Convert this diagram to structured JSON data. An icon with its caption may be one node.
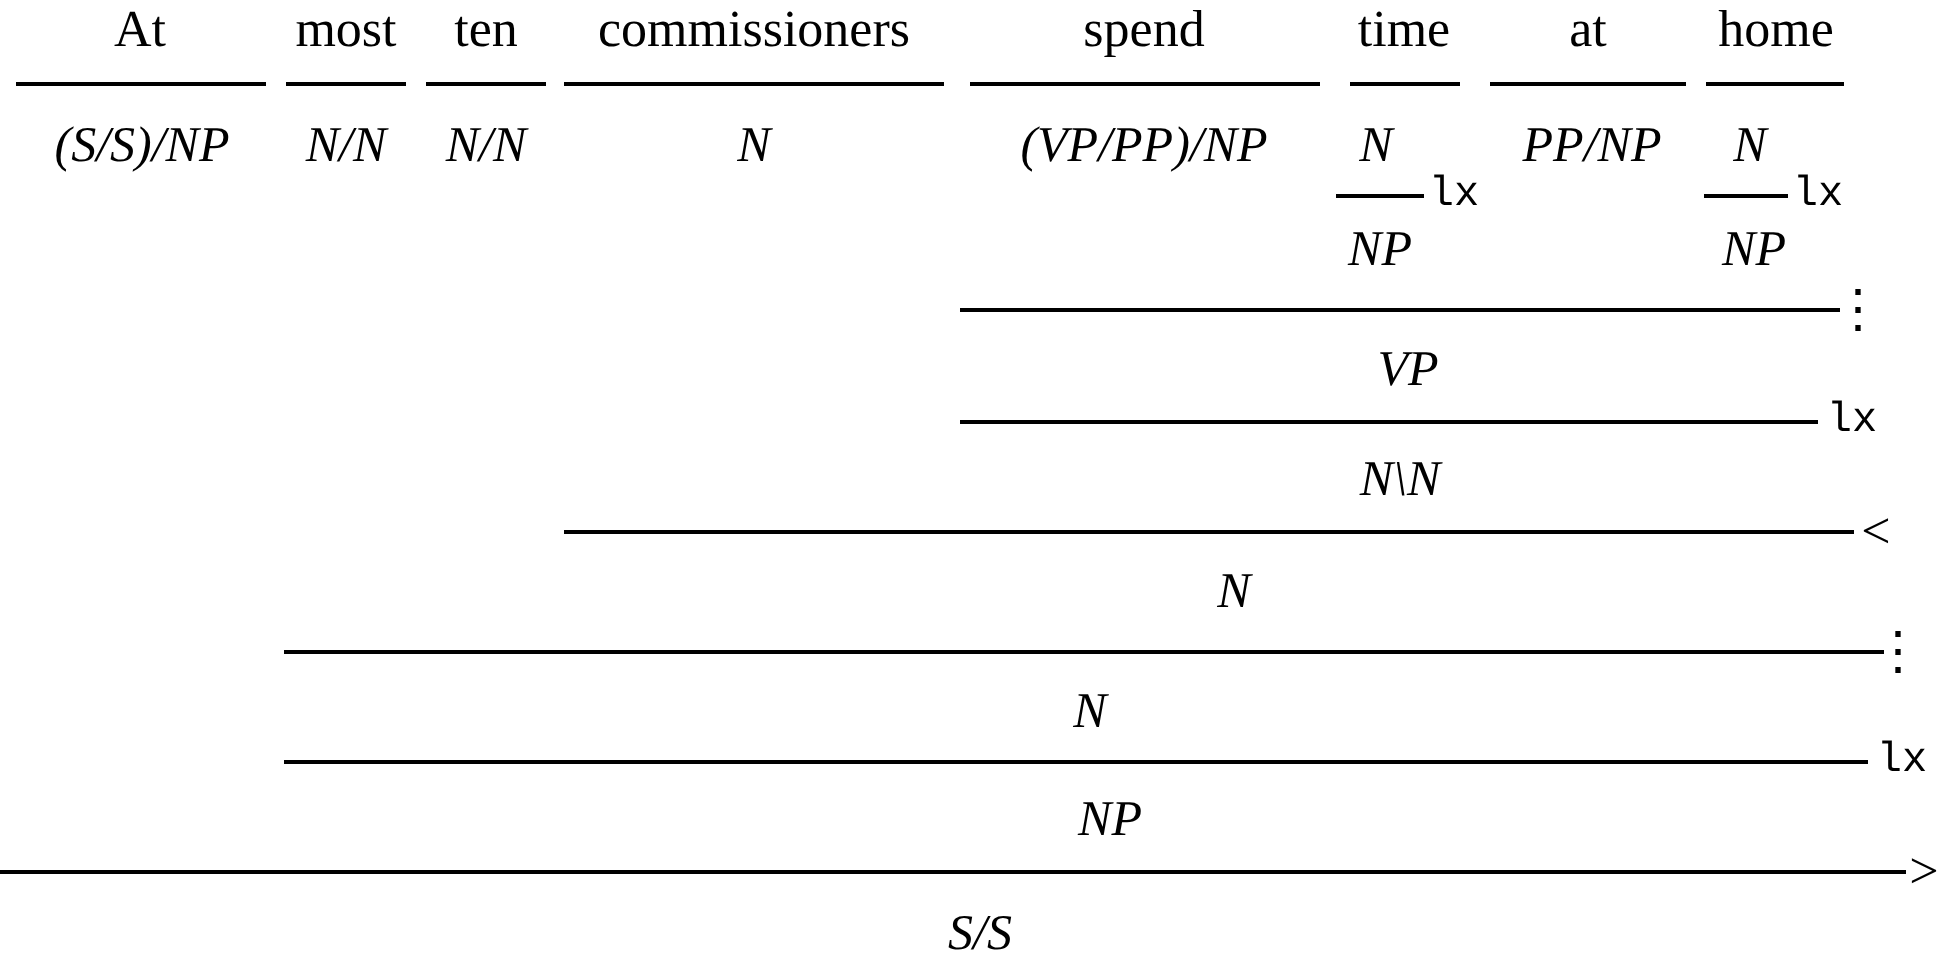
{
  "diagram": {
    "labels": [
      "At",
      "most",
      "ten",
      "commissioners",
      "spend",
      "time",
      "at",
      "home",
      "(S/S)/NP",
      "N/N",
      "N/N",
      "N",
      "(VP/PP)/NP",
      "N",
      "PP/NP",
      "N",
      "lx",
      "lx",
      "NP",
      "NP",
      "⋮",
      "VP",
      "lx",
      "N\\N",
      "<",
      "N",
      "⋮",
      "N",
      "lx",
      "NP",
      ">",
      "S/S"
    ]
  }
}
